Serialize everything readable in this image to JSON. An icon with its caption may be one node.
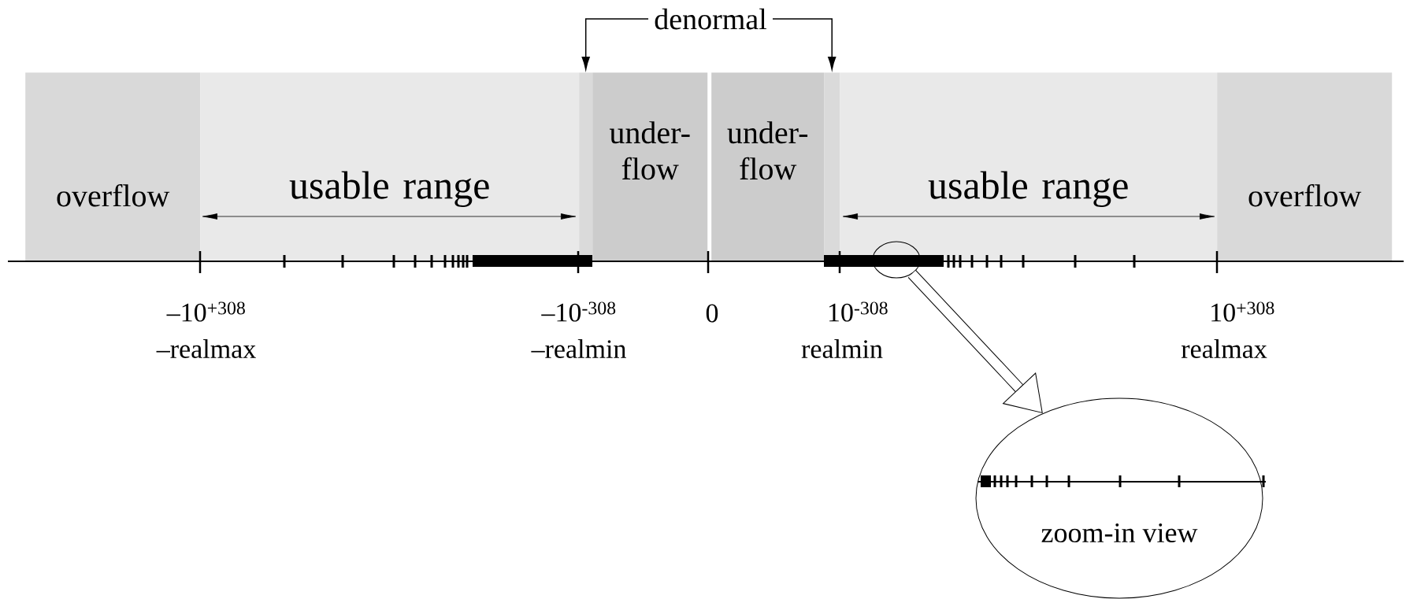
{
  "diagram": {
    "nodes": [
      {
        "text": [
          "denormal"
        ]
      },
      {
        "text": [
          "overflow"
        ]
      },
      {
        "text": [
          "usable range"
        ]
      },
      {
        "text": [],
        "shape": "bar"
      },
      {
        "text": [
          "under- flow"
        ]
      },
      {
        "text": [
          "under- flow"
        ]
      },
      {
        "text": [],
        "shape": "bar"
      },
      {
        "text": [
          "usable range"
        ]
      },
      {
        "text": [
          "overflow"
        ]
      },
      {
        "text": [
          "zoom-in view"
        ]
      },
      {
        "text": [],
        "shape": "circle"
      }
    ],
    "edges": [
      {
        "from": 0,
        "to": 3,
        "arrow": "to"
      },
      {
        "from": 0,
        "to": 6,
        "arrow": "to"
      },
      {
        "from": 10,
        "to": 9,
        "arrow": "to",
        "style": "thick"
      }
    ],
    "labels": [
      "–10$^{+308}$",
      "–realmax",
      "–10$^{-308}$",
      "–realmin",
      "0",
      "10$^{-308}$",
      "realmin",
      "10$^{+308}$",
      "realmax"
    ]
  }
}
